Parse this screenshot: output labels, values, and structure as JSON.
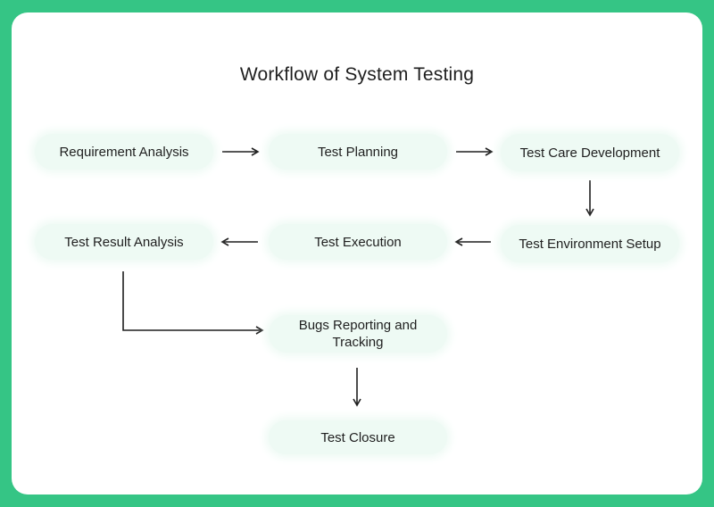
{
  "diagram": {
    "title": "Workflow of System Testing",
    "nodes": {
      "requirement_analysis": "Requirement Analysis",
      "test_planning": "Test Planning",
      "test_care_development": "Test Care Development",
      "test_environment_setup": "Test Environment Setup",
      "test_execution": "Test Execution",
      "test_result_analysis": "Test Result Analysis",
      "bugs_reporting_tracking": "Bugs Reporting and Tracking",
      "test_closure": "Test Closure"
    },
    "edges": [
      [
        "Requirement Analysis",
        "Test Planning"
      ],
      [
        "Test Planning",
        "Test Care Development"
      ],
      [
        "Test Care Development",
        "Test Environment Setup"
      ],
      [
        "Test Environment Setup",
        "Test Execution"
      ],
      [
        "Test Execution",
        "Test Result Analysis"
      ],
      [
        "Test Result Analysis",
        "Bugs Reporting and Tracking"
      ],
      [
        "Bugs Reporting and Tracking",
        "Test Closure"
      ]
    ]
  },
  "colors": {
    "background": "#35c585",
    "card": "#ffffff",
    "node_fill": "#eefaf4",
    "text": "#1f1f1f"
  }
}
